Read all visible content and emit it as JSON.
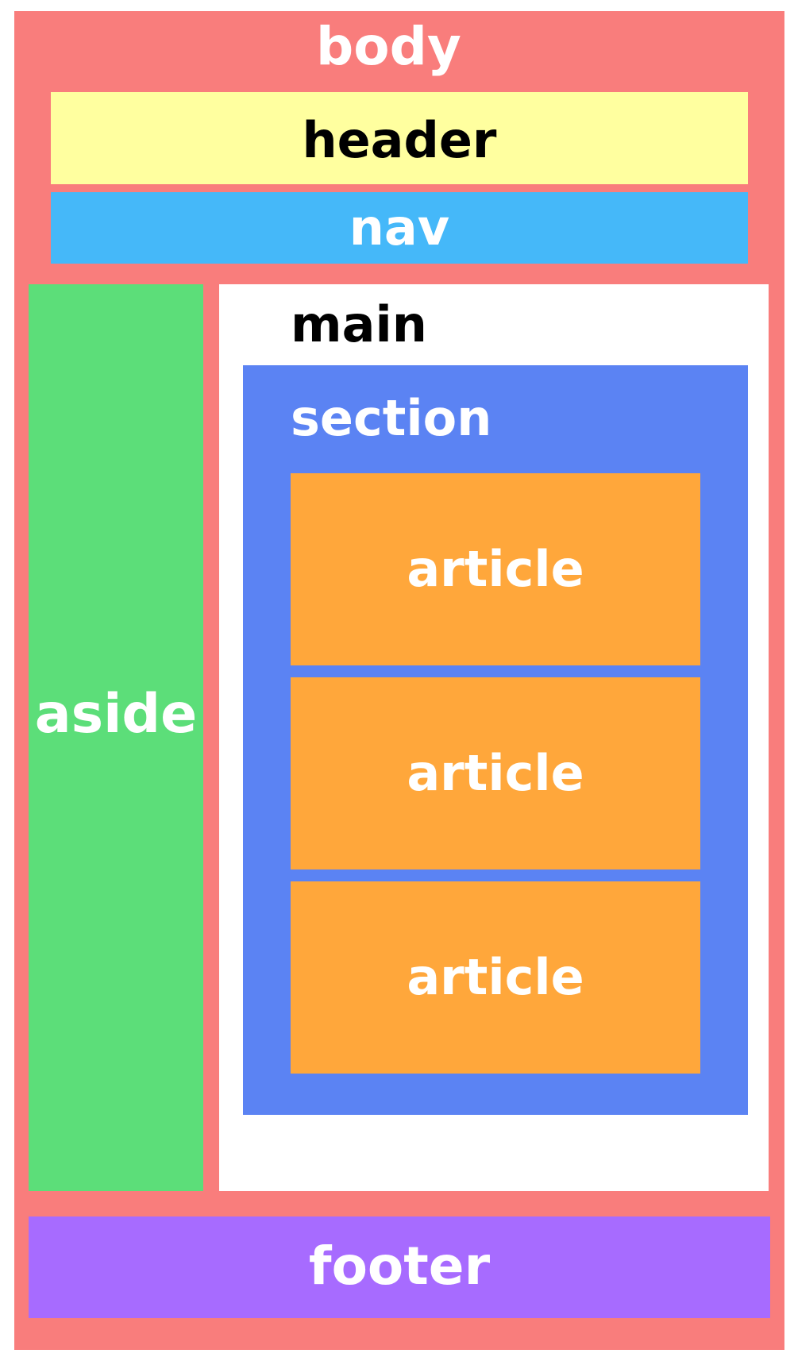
{
  "labels": {
    "body": "body",
    "header": "header",
    "nav": "nav",
    "aside": "aside",
    "main": "main",
    "section": "section",
    "articles": [
      "article",
      "article",
      "article"
    ],
    "footer": "footer"
  },
  "colors": {
    "body": "#F97D7C",
    "header": "#FFFF9F",
    "nav": "#45B8F9",
    "aside": "#5CDE79",
    "main": "#FFFFFF",
    "section": "#5B83F3",
    "article": "#FFA73B",
    "footer": "#A76BFF",
    "text_light": "#FFFFFF",
    "text_dark": "#000000"
  }
}
